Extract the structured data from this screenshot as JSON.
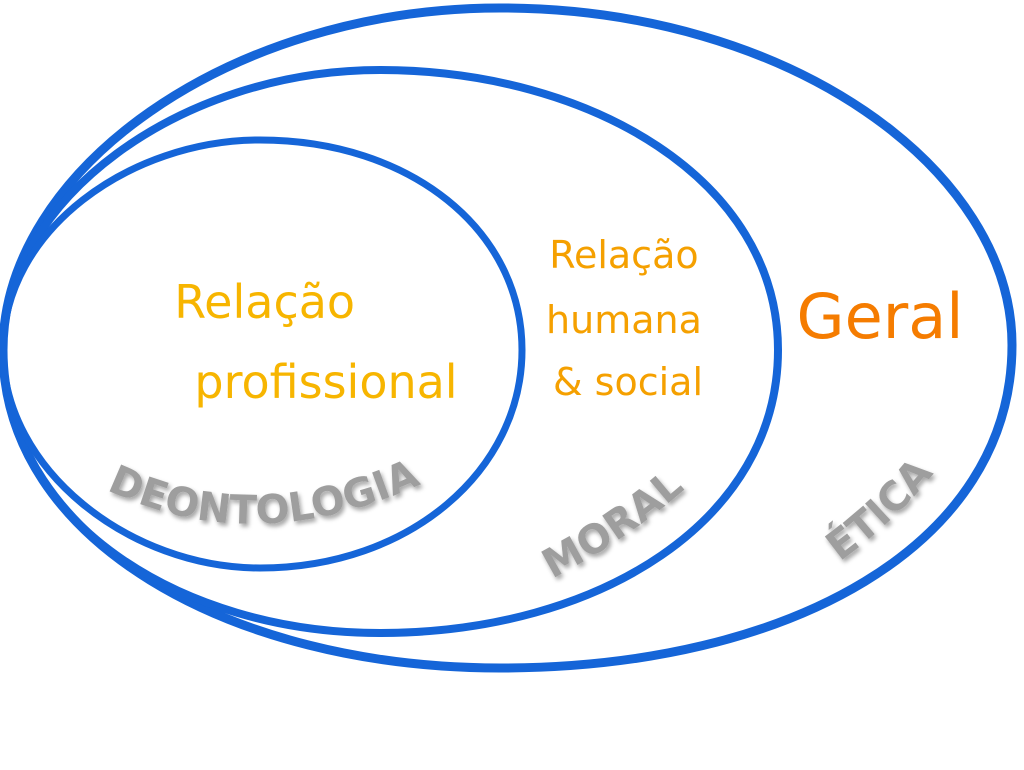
{
  "colors": {
    "ring": "#1565d8",
    "inner_text": "#f7b500",
    "middle_text": "#f5a000",
    "outer_text": "#f57c00",
    "category_text": "#9e9e9e"
  },
  "rings": {
    "inner": {
      "text_lines": [
        "Relação",
        "profissional"
      ],
      "category": "DEONTOLOGIA"
    },
    "middle": {
      "text_lines": [
        "Relação",
        "humana",
        "& social"
      ],
      "category": "MORAL"
    },
    "outer": {
      "text_lines": [
        "Geral"
      ],
      "category": "ÉTICA"
    }
  }
}
